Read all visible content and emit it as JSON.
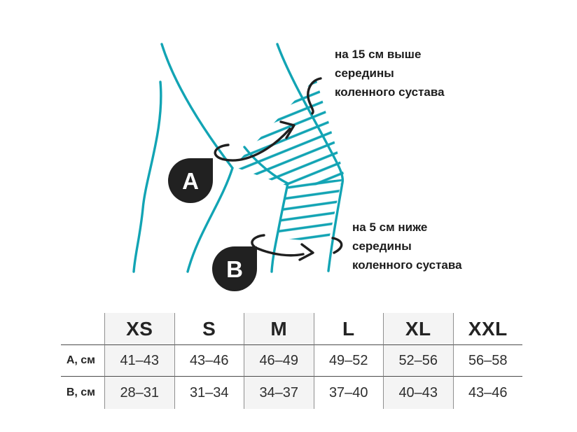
{
  "diagram": {
    "marker_a": {
      "label": "А"
    },
    "marker_b": {
      "label": "В"
    },
    "annotation_top": {
      "line1": "на 15 см выше",
      "line2": "середины",
      "line3": "коленного сустава"
    },
    "annotation_bottom": {
      "line1": "на 5 см ниже",
      "line2": "середины",
      "line3": "коленного сустава"
    }
  },
  "size_table": {
    "column_headers": [
      "XS",
      "S",
      "M",
      "L",
      "XL",
      "XXL"
    ],
    "rows": [
      {
        "label": "А, см",
        "values": [
          "41–43",
          "43–46",
          "46–49",
          "49–52",
          "52–56",
          "56–58"
        ]
      },
      {
        "label": "В, см",
        "values": [
          "28–31",
          "31–34",
          "34–37",
          "37–40",
          "40–43",
          "43–46"
        ]
      }
    ],
    "highlighted_columns": [
      "XS",
      "M",
      "XL"
    ]
  },
  "colors": {
    "figure_teal": "#12A4B4",
    "marker_black": "#212121",
    "arrow_black": "#1f1f1f",
    "column_highlight": "#F4F4F4",
    "table_line_dark": "#4A4A4A",
    "table_line_light": "#8F8F8F"
  }
}
